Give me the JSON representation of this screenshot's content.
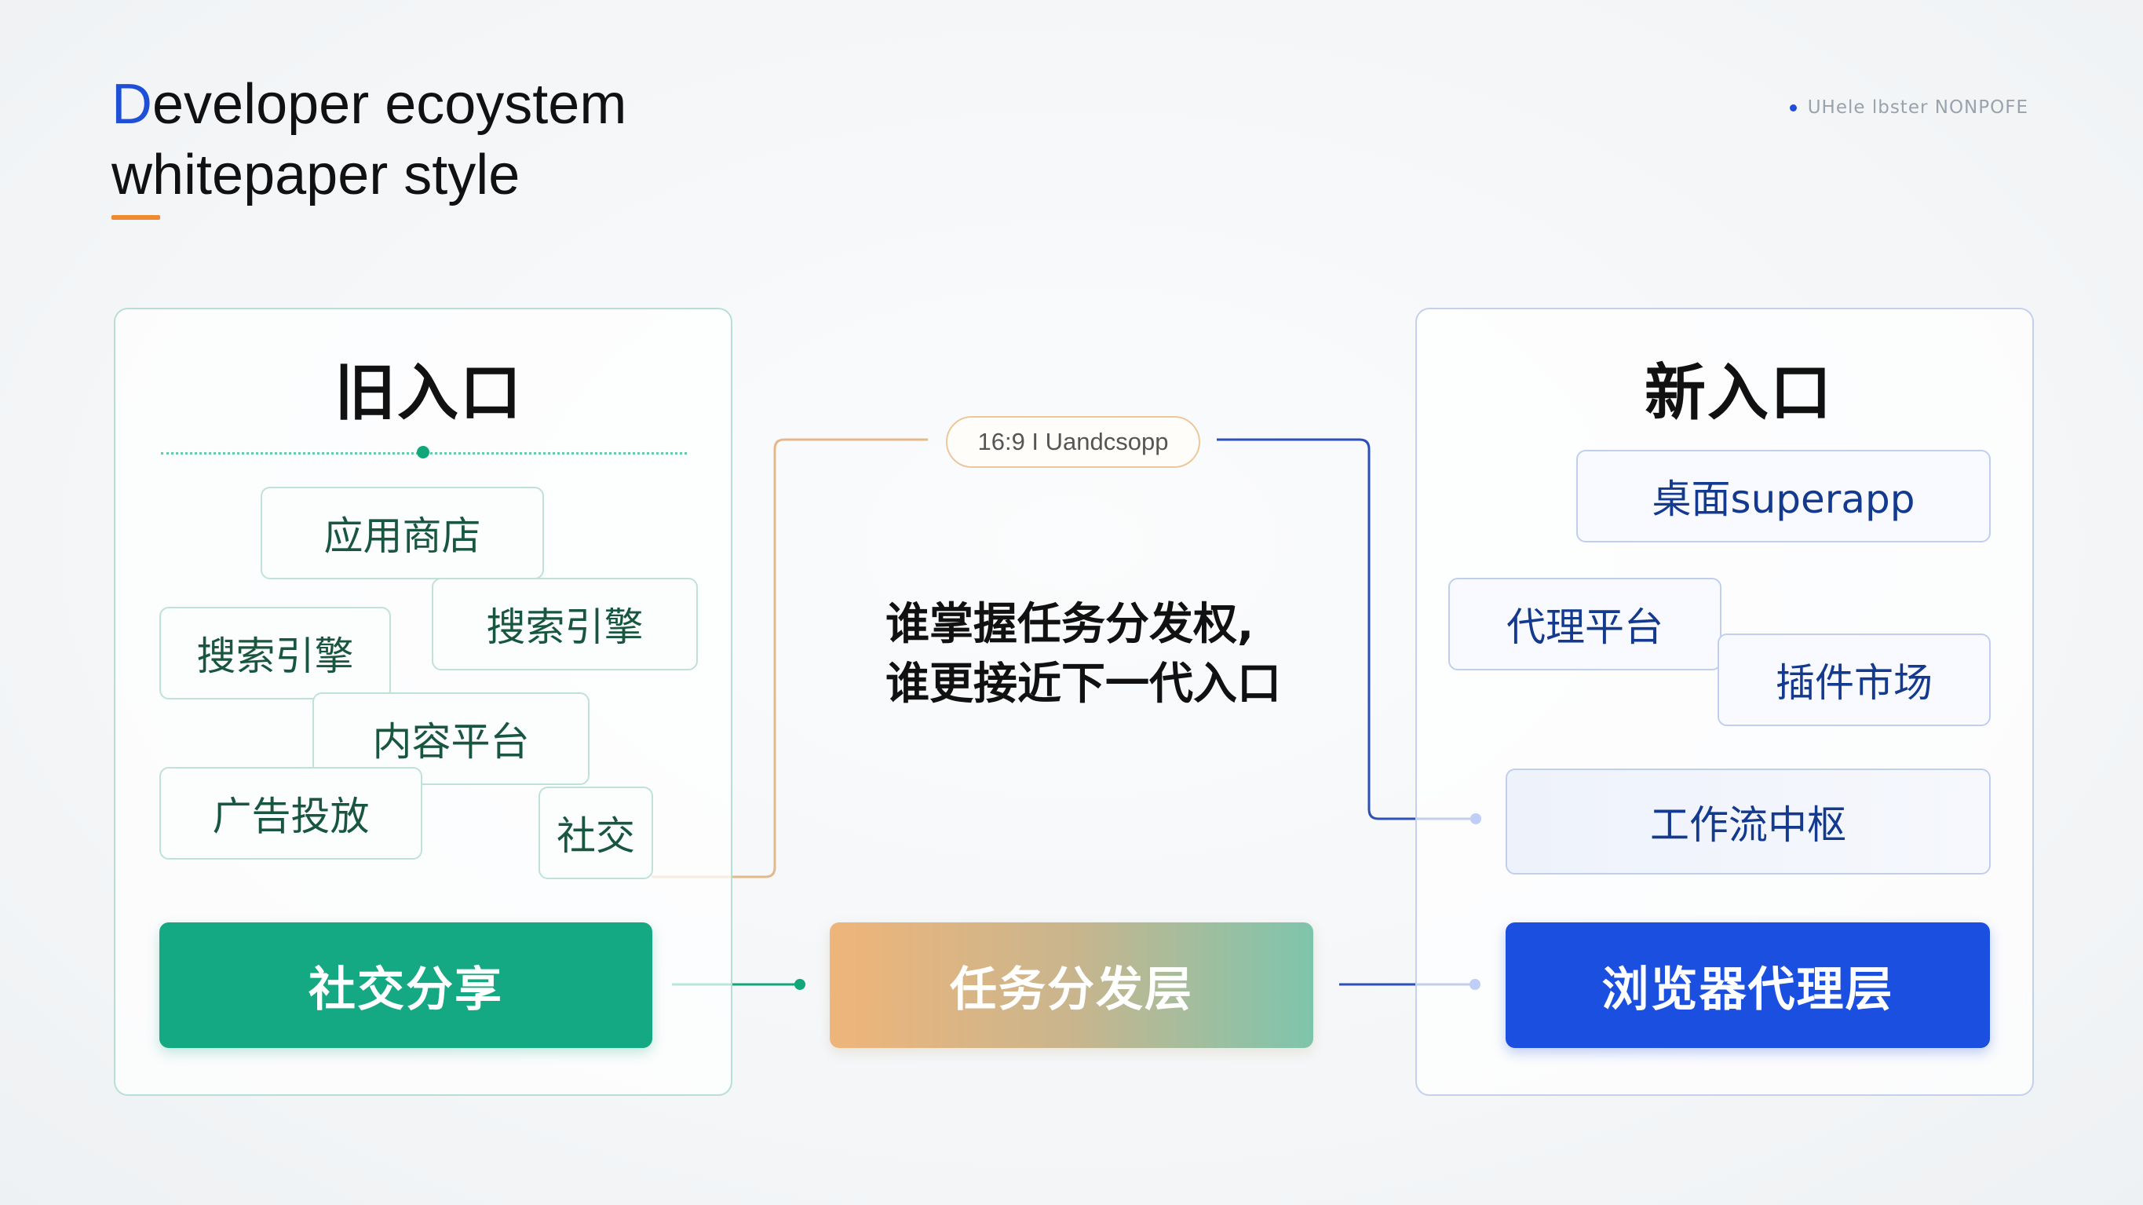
{
  "header": {
    "title_initial": "D",
    "title_rest_line1": "eveloper ecoystem",
    "title_line2": "whitepaper style",
    "tag": "UHele lbster NONPOFE"
  },
  "left_panel": {
    "heading": "旧入口",
    "chips": [
      "应用商店",
      "搜索引擎",
      "搜索引擎",
      "内容平台",
      "广告投放",
      "社交"
    ],
    "bar": "社交分享"
  },
  "center": {
    "pill": "16:9 I Uandcsopp",
    "slogan_line1": "谁掌握任务分发权,",
    "slogan_line2": "谁更接近下一代入口",
    "bar": "任务分发层"
  },
  "right_panel": {
    "heading": "新入口",
    "chips": [
      "桌面superapp",
      "代理平台",
      "插件市场"
    ],
    "hub": "工作流中枢",
    "bar": "浏览器代理层"
  },
  "colors": {
    "accent_blue": "#1a4fe0",
    "accent_green": "#14a982",
    "accent_orange": "#ef8a2e"
  }
}
